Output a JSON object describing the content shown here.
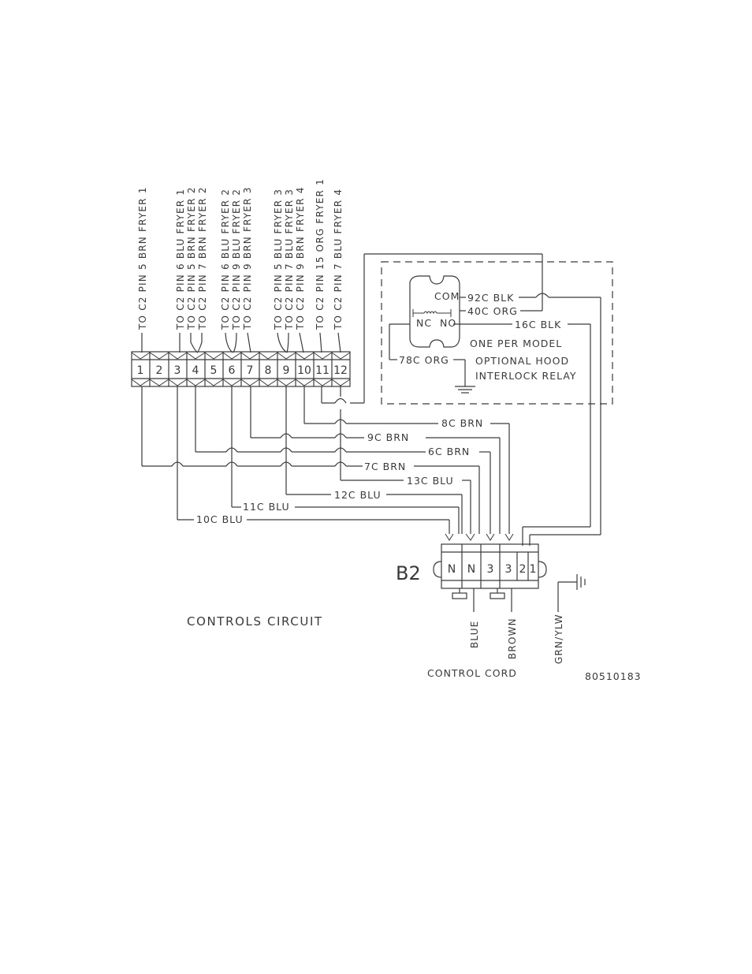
{
  "top_labels": [
    "TO C2 PIN 5 BRN FRYER 1",
    "TO C2 PIN 6 BLU FRYER 1",
    "TO C2 PIN 5 BRN FRYER 2",
    "TO C2 PIN 7 BRN FRYER 2",
    "TO C2 PIN 6 BLU FRYER 2",
    "TO C2 PIN 9 BLU FRYER 2",
    "TO C2 PIN 9 BRN FRYER 3",
    "TO C2 PIN 5 BLU FRYER 3",
    "TO C2 PIN 7 BLU FRYER 3",
    "TO C2 PIN 9 BRN FRYER 4",
    "TO C2 PIN 15 ORG FRYER 1",
    "TO C2 PIN 7 BLU FRYER 4"
  ],
  "terminal_block": {
    "terminals": [
      "1",
      "2",
      "3",
      "4",
      "5",
      "6",
      "7",
      "8",
      "9",
      "10",
      "11",
      "12"
    ]
  },
  "relay": {
    "com": "COM",
    "nc": "NC",
    "no": "NO",
    "wire_com": "92C BLK",
    "wire_coil": "40C ORG",
    "wire_no": "16C BLK",
    "wire_nc": "78C ORG",
    "note": "ONE PER MODEL",
    "title_line1": "OPTIONAL HOOD",
    "title_line2": "INTERLOCK RELAY"
  },
  "wires": [
    "8C BRN",
    "9C BRN",
    "6C BRN",
    "7C BRN",
    "13C BLU",
    "12C BLU",
    "11C BLU",
    "10C BLU"
  ],
  "connector": {
    "name": "B2",
    "pins": [
      "N",
      "N",
      "3",
      "3",
      "2",
      "1"
    ]
  },
  "cord_labels": {
    "blue": "BLUE",
    "brown": "BROWN",
    "ground": "GRN/YLW"
  },
  "captions": {
    "circuit": "CONTROLS CIRCUIT",
    "cord": "CONTROL CORD",
    "part_number": "80510183"
  }
}
